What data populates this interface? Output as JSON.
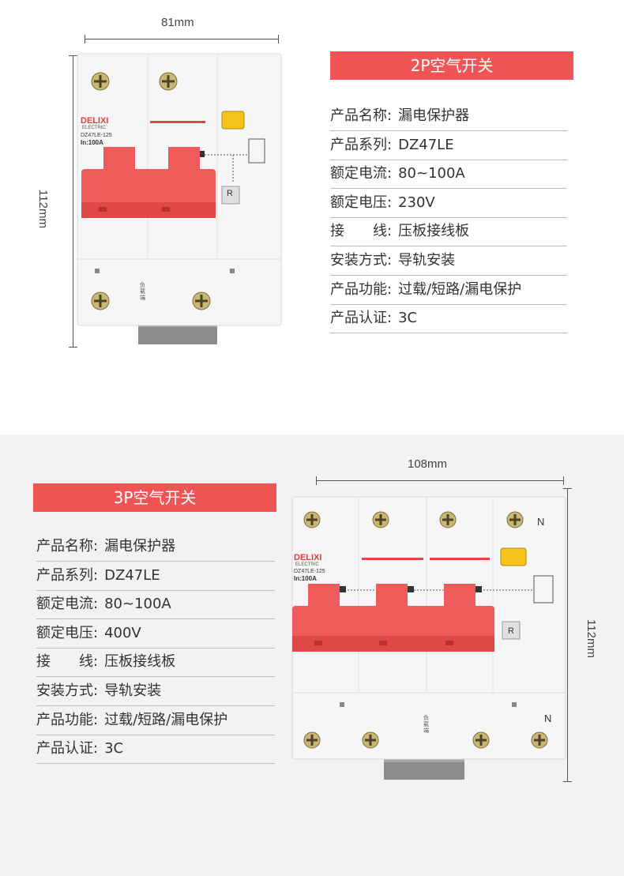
{
  "product_2p": {
    "title": "2P空气开关",
    "width_dim": "81mm",
    "height_dim": "112mm",
    "specs": [
      {
        "label": "产品名称:",
        "value": "漏电保护器"
      },
      {
        "label": "产品系列:",
        "value": "DZ47LE"
      },
      {
        "label": "额定电流:",
        "value": "80~100A"
      },
      {
        "label": "额定电压:",
        "value": "230V"
      },
      {
        "label": "接　　线:",
        "value": "压板接线板"
      },
      {
        "label": "安装方式:",
        "value": "导轨安装"
      },
      {
        "label": "产品功能:",
        "value": "过载/短路/漏电保护"
      },
      {
        "label": "产品认证:",
        "value": "3C"
      }
    ],
    "device": {
      "brand": "DELIXI",
      "brand_sub": "ELECTRIC",
      "model": "DZ47LE-125",
      "rating": "In:100A",
      "reset_letter": "R",
      "load_label": "负载端"
    }
  },
  "product_3p": {
    "title": "3P空气开关",
    "width_dim": "108mm",
    "height_dim": "112mm",
    "specs": [
      {
        "label": "产品名称:",
        "value": "漏电保护器"
      },
      {
        "label": "产品系列:",
        "value": "DZ47LE"
      },
      {
        "label": "额定电流:",
        "value": "80~100A"
      },
      {
        "label": "额定电压:",
        "value": "400V"
      },
      {
        "label": "接　　线:",
        "value": "压板接线板"
      },
      {
        "label": "安装方式:",
        "value": "导轨安装"
      },
      {
        "label": "产品功能:",
        "value": "过载/短路/漏电保护"
      },
      {
        "label": "产品认证:",
        "value": "3C"
      }
    ],
    "device": {
      "brand": "DELIXI",
      "brand_sub": "ELECTRIC",
      "model": "DZ47LE-125",
      "rating": "In:100A",
      "reset_letter": "R",
      "load_label": "负载端",
      "neutral_top": "N",
      "neutral_bottom": "N"
    }
  },
  "colors": {
    "accent": "#f05555",
    "handle_red": "#ef5a5a",
    "test_button": "#f7c21a",
    "body": "#f7f7f7",
    "din_rail": "#8a8a8a"
  }
}
